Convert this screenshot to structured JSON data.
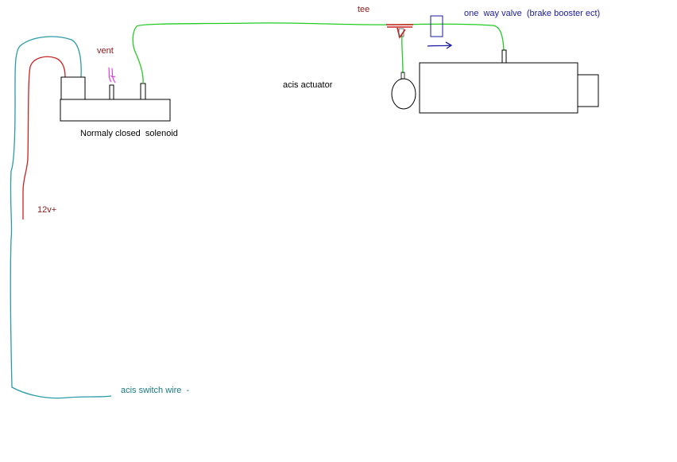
{
  "labels": {
    "vent": "vent",
    "tee": "tee",
    "one_way_valve": "one  way valve  (brake booster ect)",
    "acis_actuator": "acis actuator",
    "solenoid": "Normaly closed  solenoid",
    "power": "12v+",
    "switch_wire": "acis switch wire  -"
  },
  "colors": {
    "background": "#ffffff",
    "outline": "#000000",
    "vacuum_line": "#22cc22",
    "power_wire": "#cc2222",
    "switch_wire": "#2a9aa8",
    "vent_mark": "#e040e0",
    "tee_fitting": "#cc2222",
    "valve_and_arrow": "#1a1aa0",
    "label_dark_red": "#8b1a1a",
    "label_navy": "#1a1aa0",
    "label_teal": "#1a7a80",
    "label_black": "#000000"
  }
}
